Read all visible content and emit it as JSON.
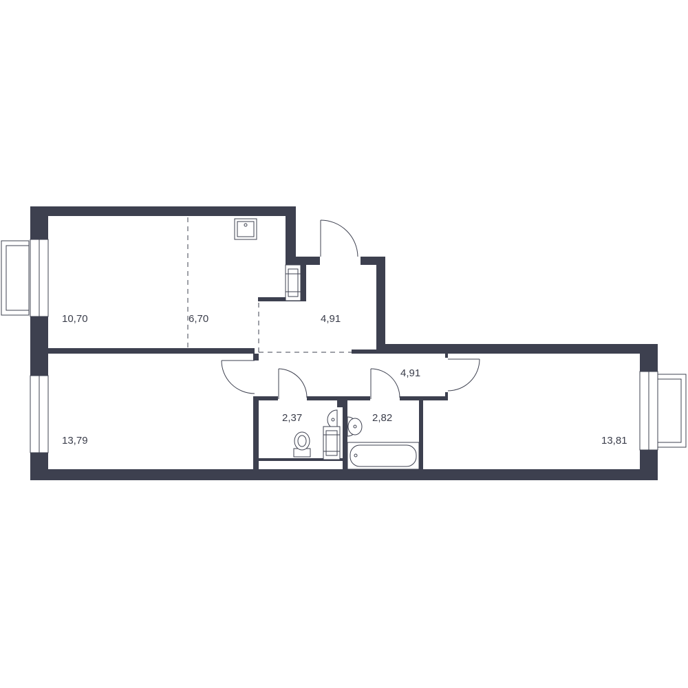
{
  "plan": {
    "rooms": [
      {
        "id": "room-1",
        "area": "10,70"
      },
      {
        "id": "room-2",
        "area": "6,70"
      },
      {
        "id": "room-3",
        "area": "4,91"
      },
      {
        "id": "room-4",
        "area": "4,91"
      },
      {
        "id": "room-5",
        "area": "13,79"
      },
      {
        "id": "room-6",
        "area": "2,37"
      },
      {
        "id": "room-7",
        "area": "2,82"
      },
      {
        "id": "room-8",
        "area": "13,81"
      }
    ],
    "colors": {
      "wall": "#3d404f",
      "text": "#3a3d4a",
      "background": "#ffffff"
    }
  }
}
